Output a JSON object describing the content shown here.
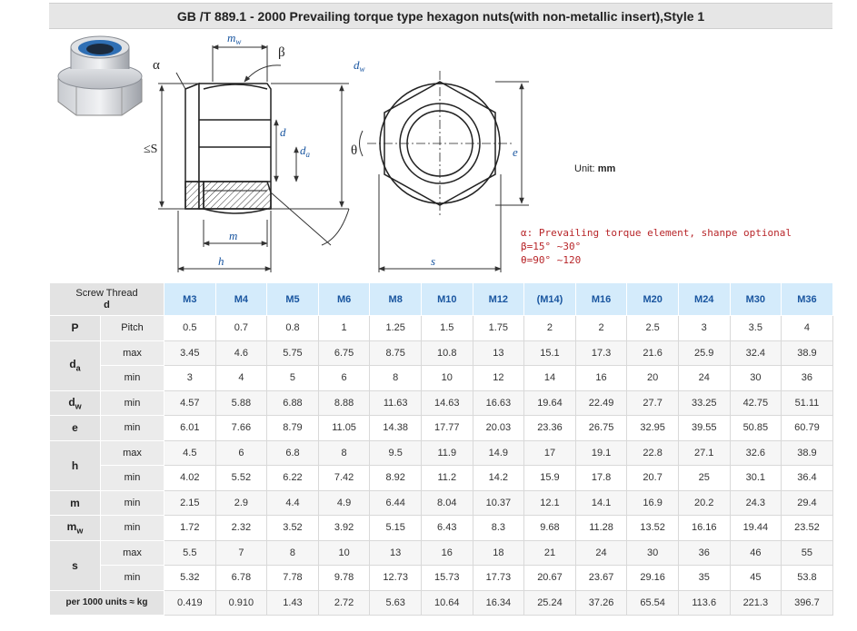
{
  "title": "GB /T 889.1 - 2000 Prevailing torque type hexagon nuts(with non-metallic insert),Style 1",
  "drawing": {
    "labels": {
      "alpha": "α",
      "beta": "β",
      "theta": "θ",
      "mw": "m",
      "mw_sub": "w",
      "dw": "d",
      "dw_sub": "w",
      "s_left": "≤S",
      "d": "d",
      "da": "d",
      "da_sub": "a",
      "e": "e",
      "m": "m",
      "h": "h",
      "s": "s"
    },
    "unit_label": "Unit:",
    "unit_value": "mm",
    "notes": [
      "α: Prevailing torque element, shanpe optional",
      "β=15° ~30°",
      "θ=90° ~120"
    ]
  },
  "table": {
    "corner_top": "Screw Thread",
    "corner_bottom": "d",
    "sizes": [
      "M3",
      "M4",
      "M5",
      "M6",
      "M8",
      "M10",
      "M12",
      "(M14)",
      "M16",
      "M20",
      "M24",
      "M30",
      "M36"
    ],
    "rows": [
      {
        "param": "P",
        "sub": "Pitch",
        "values": [
          "0.5",
          "0.7",
          "0.8",
          "1",
          "1.25",
          "1.5",
          "1.75",
          "2",
          "2",
          "2.5",
          "3",
          "3.5",
          "4"
        ]
      },
      {
        "param": "d",
        "param_sub": "a",
        "sub": "max",
        "values": [
          "3.45",
          "4.6",
          "5.75",
          "6.75",
          "8.75",
          "10.8",
          "13",
          "15.1",
          "17.3",
          "21.6",
          "25.9",
          "32.4",
          "38.9"
        ]
      },
      {
        "sub": "min",
        "values": [
          "3",
          "4",
          "5",
          "6",
          "8",
          "10",
          "12",
          "14",
          "16",
          "20",
          "24",
          "30",
          "36"
        ]
      },
      {
        "param": "d",
        "param_sub": "w",
        "sub": "min",
        "values": [
          "4.57",
          "5.88",
          "6.88",
          "8.88",
          "11.63",
          "14.63",
          "16.63",
          "19.64",
          "22.49",
          "27.7",
          "33.25",
          "42.75",
          "51.11"
        ]
      },
      {
        "param": "e",
        "sub": "min",
        "values": [
          "6.01",
          "7.66",
          "8.79",
          "11.05",
          "14.38",
          "17.77",
          "20.03",
          "23.36",
          "26.75",
          "32.95",
          "39.55",
          "50.85",
          "60.79"
        ]
      },
      {
        "param": "h",
        "sub": "max",
        "values": [
          "4.5",
          "6",
          "6.8",
          "8",
          "9.5",
          "11.9",
          "14.9",
          "17",
          "19.1",
          "22.8",
          "27.1",
          "32.6",
          "38.9"
        ]
      },
      {
        "sub": "min",
        "values": [
          "4.02",
          "5.52",
          "6.22",
          "7.42",
          "8.92",
          "11.2",
          "14.2",
          "15.9",
          "17.8",
          "20.7",
          "25",
          "30.1",
          "36.4"
        ]
      },
      {
        "param": "m",
        "sub": "min",
        "values": [
          "2.15",
          "2.9",
          "4.4",
          "4.9",
          "6.44",
          "8.04",
          "10.37",
          "12.1",
          "14.1",
          "16.9",
          "20.2",
          "24.3",
          "29.4"
        ]
      },
      {
        "param": "m",
        "param_sub": "w",
        "sub": "min",
        "values": [
          "1.72",
          "2.32",
          "3.52",
          "3.92",
          "5.15",
          "6.43",
          "8.3",
          "9.68",
          "11.28",
          "13.52",
          "16.16",
          "19.44",
          "23.52"
        ]
      },
      {
        "param": "s",
        "sub": "max",
        "values": [
          "5.5",
          "7",
          "8",
          "10",
          "13",
          "16",
          "18",
          "21",
          "24",
          "30",
          "36",
          "46",
          "55"
        ]
      },
      {
        "sub": "min",
        "values": [
          "5.32",
          "6.78",
          "7.78",
          "9.78",
          "12.73",
          "15.73",
          "17.73",
          "20.67",
          "23.67",
          "29.16",
          "35",
          "45",
          "53.8"
        ]
      },
      {
        "param": "per 1000 units ≈ kg",
        "weight": true,
        "values": [
          "0.419",
          "0.910",
          "1.43",
          "2.72",
          "5.63",
          "10.64",
          "16.34",
          "25.24",
          "37.26",
          "65.54",
          "113.6",
          "221.3",
          "396.7"
        ]
      }
    ]
  },
  "colors": {
    "header_blue_text": "#1a56a0",
    "header_blue_bg": "#d4ebfb",
    "note_red": "#b8262a",
    "drawing_label_blue": "#1a56a0",
    "nylon_blue": "#2f6fb4"
  }
}
